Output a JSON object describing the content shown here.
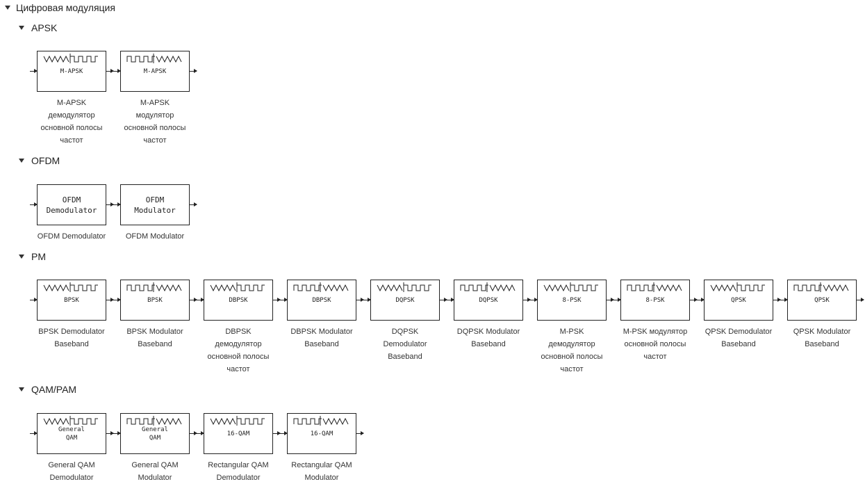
{
  "root": {
    "label": "Цифровая модуляция"
  },
  "sections": [
    {
      "id": "apsk",
      "label": "APSK",
      "blocks": [
        {
          "inner": "M-APSK",
          "caption": "M-APSK\nдемодулятор\nосновной полосы\nчастот",
          "wave": "demod"
        },
        {
          "inner": "M-APSK",
          "caption": "M-APSK\nмодулятор\nосновной полосы\nчастот",
          "wave": "mod"
        }
      ]
    },
    {
      "id": "ofdm",
      "label": "OFDM",
      "blocks": [
        {
          "inner": "OFDM\nDemodulator",
          "caption": "OFDM Demodulator",
          "wave": "none"
        },
        {
          "inner": "OFDM\nModulator",
          "caption": "OFDM Modulator",
          "wave": "none"
        }
      ]
    },
    {
      "id": "pm",
      "label": "PM",
      "blocks": [
        {
          "inner": "BPSK",
          "caption": "BPSK Demodulator\nBaseband",
          "wave": "demod"
        },
        {
          "inner": "BPSK",
          "caption": "BPSK Modulator\nBaseband",
          "wave": "mod"
        },
        {
          "inner": "DBPSK",
          "caption": "DBPSK\nдемодулятор\nосновной полосы\nчастот",
          "wave": "demod"
        },
        {
          "inner": "DBPSK",
          "caption": "DBPSK Modulator\nBaseband",
          "wave": "mod"
        },
        {
          "inner": "DQPSK",
          "caption": "DQPSK\nDemodulator\nBaseband",
          "wave": "demod"
        },
        {
          "inner": "DQPSK",
          "caption": "DQPSK Modulator\nBaseband",
          "wave": "mod"
        },
        {
          "inner": "8-PSK",
          "caption": "M-PSK\nдемодулятор\nосновной полосы\nчастот",
          "wave": "demod"
        },
        {
          "inner": "8-PSK",
          "caption": "M-PSK модулятор\nосновной полосы\nчастот",
          "wave": "mod"
        },
        {
          "inner": "QPSK",
          "caption": "QPSK Demodulator\nBaseband",
          "wave": "demod"
        },
        {
          "inner": "QPSK",
          "caption": "QPSK Modulator\nBaseband",
          "wave": "mod"
        }
      ]
    },
    {
      "id": "qampam",
      "label": "QAM/PAM",
      "blocks": [
        {
          "inner": "General\nQAM",
          "caption": "General QAM\nDemodulator",
          "wave": "demod"
        },
        {
          "inner": "General\nQAM",
          "caption": "General QAM\nModulator",
          "wave": "mod"
        },
        {
          "inner": "16-QAM",
          "caption": "Rectangular QAM\nDemodulator",
          "wave": "demod"
        },
        {
          "inner": "16-QAM",
          "caption": "Rectangular QAM\nModulator",
          "wave": "mod"
        }
      ]
    }
  ]
}
